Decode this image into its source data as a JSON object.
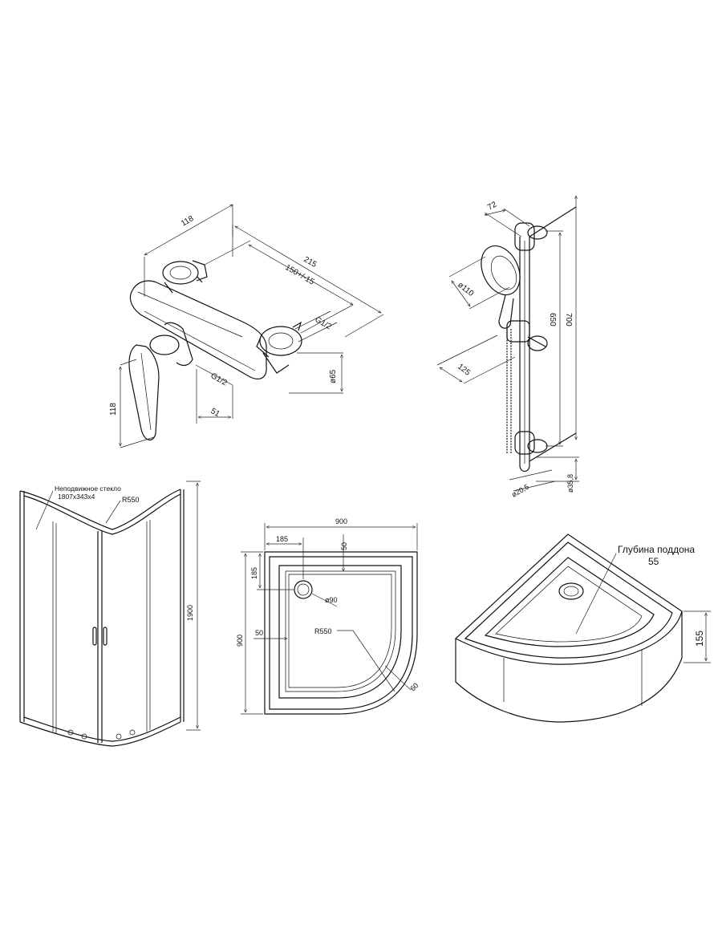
{
  "mixer": {
    "dim_top": "118",
    "dim_215": "215",
    "dim_150": "150+/-15",
    "dim_g12_right": "G1/2",
    "dim_g12_left": "G1/2",
    "dim_65": "ø65",
    "dim_51": "51",
    "dim_118_side": "118"
  },
  "shower_rail": {
    "dim_72": "72",
    "dim_110": "ø110",
    "dim_650": "650",
    "dim_700": "700",
    "dim_125": "125",
    "dim_358": "ø35,8",
    "dim_205": "ø20,5"
  },
  "enclosure": {
    "fixed_glass_label": "Неподвижное стекло",
    "fixed_glass_size": "1807x343x4",
    "radius": "R550",
    "height": "1900"
  },
  "tray_plan": {
    "width": "900",
    "depth": "900",
    "drain_offset_x": "185",
    "drain_offset_y": "185",
    "rim_top": "50",
    "rim_left": "50",
    "drain_diameter": "ø90",
    "radius": "R550",
    "rim_curve": "60"
  },
  "tray_iso": {
    "depth_label": "Глубина поддона",
    "depth_value": "55",
    "height": "155"
  }
}
